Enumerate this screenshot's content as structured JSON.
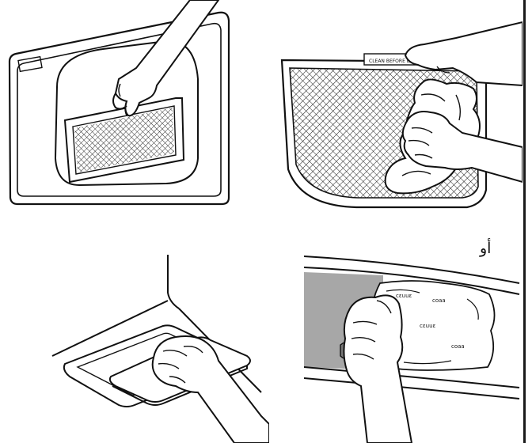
{
  "figure": {
    "filter_tab_label": "CLEAN BEFORE EACH LOAD",
    "or_label": "أو",
    "panels": [
      {
        "id": "remove-filter",
        "caption": ""
      },
      {
        "id": "wipe-filter-screen",
        "caption": ""
      },
      {
        "id": "wipe-lint-trap-lid",
        "caption": ""
      },
      {
        "id": "wipe-drum-interior",
        "caption": ""
      }
    ],
    "drum_scribbles": [
      "cεuuε",
      "coaa",
      "coaa",
      "cεuuε"
    ]
  }
}
